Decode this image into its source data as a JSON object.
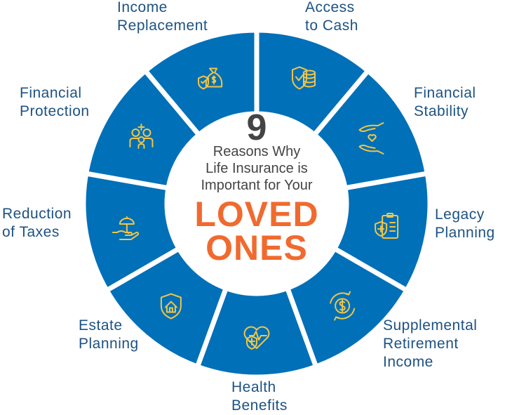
{
  "colors": {
    "segment": "#0070b8",
    "icon": "#f2c545",
    "label": "#1d5283",
    "accent": "#f06a2f",
    "heading": "#444444"
  },
  "center": {
    "number": "9",
    "line1": "Reasons Why",
    "line2": "Life Insurance is",
    "line3": "Important for Your",
    "loved": "LOVED",
    "ones": "ONES"
  },
  "reasons": [
    {
      "line1": "Access",
      "line2": "to Cash",
      "icon": "shield-coins-icon"
    },
    {
      "line1": "Financial",
      "line2": "Stability",
      "icon": "hands-heart-icon"
    },
    {
      "line1": "Legacy",
      "line2": "Planning",
      "icon": "clipboard-shield-icon"
    },
    {
      "line1": "Supplemental",
      "line2": "Retirement",
      "line3": "Income",
      "icon": "dollar-cycle-icon"
    },
    {
      "line1": "Health",
      "line2": "Benefits",
      "icon": "heart-medical-icon"
    },
    {
      "line1": "Estate",
      "line2": "Planning",
      "icon": "house-shield-icon"
    },
    {
      "line1": "Reduction",
      "line2": "of Taxes",
      "icon": "umbrella-hand-icon"
    },
    {
      "line1": "Financial",
      "line2": "Protection",
      "icon": "family-medical-icon"
    },
    {
      "line1": "Income",
      "line2": "Replacement",
      "icon": "money-bag-shield-icon"
    }
  ]
}
